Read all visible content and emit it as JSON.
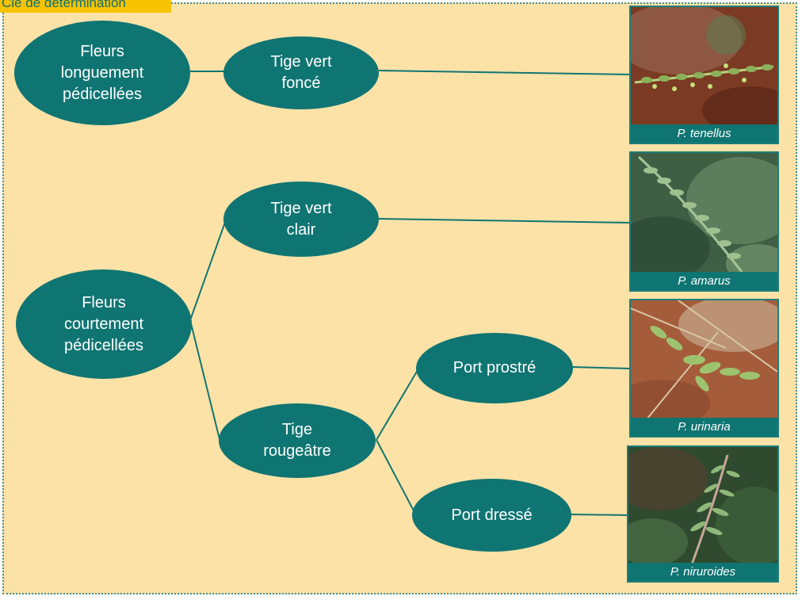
{
  "title": "Clé de détermination",
  "colors": {
    "background": "#fde2a7",
    "node_fill": "#0f7572",
    "node_text": "#ffffff",
    "title_tab": "#f7c300",
    "connector": "#0f7572"
  },
  "nodes": {
    "fleurs_longuement": "Fleurs\nlonguement\npédicellées",
    "tige_vert_fonce": "Tige vert\nfoncé",
    "fleurs_courtement": "Fleurs\ncourtement\npédicellées",
    "tige_vert_clair": "Tige vert\nclair",
    "tige_rougeatre": "Tige\nrougeâtre",
    "port_prostre": "Port prostré",
    "port_dresse": "Port dressé"
  },
  "photos": {
    "tenellus": "P. tenellus",
    "amarus": "P. amarus",
    "urinaria": "P. urinaria",
    "niruroides": "P. niruroides"
  }
}
